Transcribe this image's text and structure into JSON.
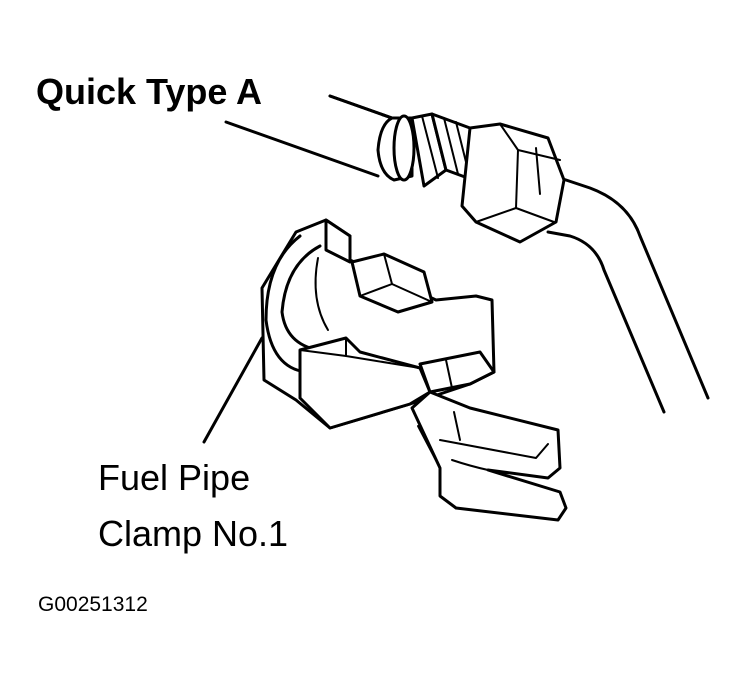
{
  "labels": {
    "connector": "Quick Type A",
    "clamp_line1": "Fuel Pipe",
    "clamp_line2": "Clamp No.1"
  },
  "figure_id": "G00251312",
  "colors": {
    "background": "#ffffff",
    "ink": "#000000"
  }
}
